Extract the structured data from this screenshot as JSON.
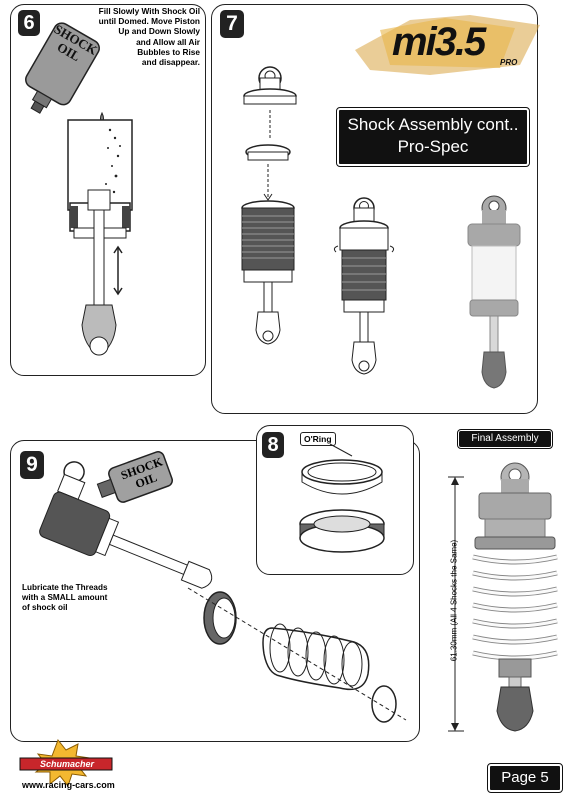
{
  "step6": {
    "number": "6",
    "instructions": [
      "Fill Slowly With Shock Oil",
      "until Domed. Move Piston",
      "Up and Down Slowly",
      "and Allow all Air",
      "Bubbles to Rise",
      "and disappear."
    ],
    "bottle_label": [
      "SHOCK",
      "OIL"
    ]
  },
  "step7": {
    "number": "7"
  },
  "logo": {
    "text": "mi3.5",
    "sub": "PRO"
  },
  "title_box": {
    "line1": "Shock Assembly cont..",
    "line2": "Pro-Spec"
  },
  "step8": {
    "number": "8",
    "oring_label": "O'Ring"
  },
  "step9": {
    "number": "9",
    "bottle_label": [
      "SHOCK",
      "OIL"
    ],
    "note": [
      "Lubricate the Threads",
      "with a SMALL amount",
      "of shock oil"
    ]
  },
  "final": {
    "label": "Final Assembly",
    "dimension": "61.30mm (All 4 Shocks the Same)"
  },
  "footer": {
    "brand": "Schumacher",
    "url": "www.racing-cars.com",
    "page": "Page 5"
  },
  "colors": {
    "dark": "#222222",
    "grey_part": "#a8a8a8",
    "white": "#ffffff"
  }
}
